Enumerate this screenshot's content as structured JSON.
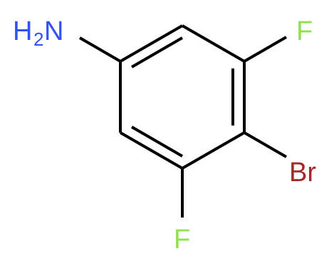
{
  "molecule": {
    "atoms": {
      "n": {
        "label": "H",
        "subscript": "2",
        "element": "N",
        "color": "#3050F8"
      },
      "f_top": {
        "label": "F",
        "color": "#90E050"
      },
      "br": {
        "label": "Br",
        "color": "#A62929"
      },
      "f_bottom": {
        "label": "F",
        "color": "#90E050"
      }
    },
    "bond_color": "#000000"
  }
}
